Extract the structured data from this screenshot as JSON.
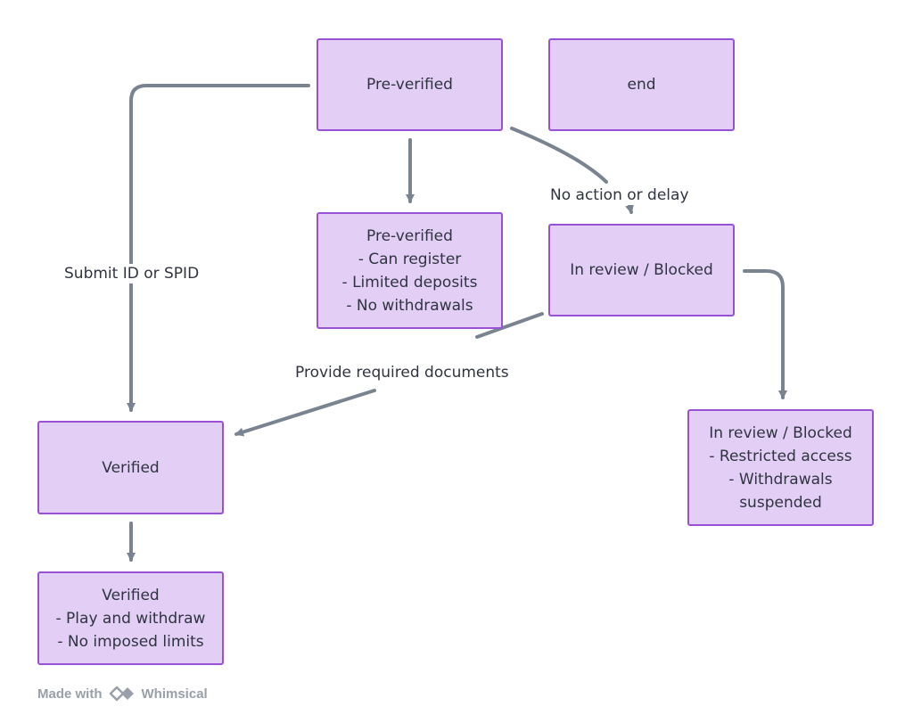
{
  "nodes": {
    "pre_verified": "Pre-verified",
    "end": "end",
    "pre_verified_details": "Pre-verified\n- Can register\n- Limited deposits\n- No withdrawals",
    "in_review": "In review / Blocked",
    "verified": "Verified",
    "in_review_details": "In review / Blocked\n- Restricted access\n- Withdrawals\nsuspended",
    "verified_details": "Verified\n- Play and withdraw\n- No imposed limits"
  },
  "edges": {
    "submit_id": "Submit ID or SPID",
    "no_action": "No action or delay",
    "provide_docs": "Provide required documents"
  },
  "watermark": {
    "made_with": "Made with",
    "brand": "Whimsical",
    "logo_icon": "whimsical-logo-icon"
  },
  "colors": {
    "node_fill": "#e3cef6",
    "node_border": "#9a51d6",
    "edge": "#7a8490"
  }
}
